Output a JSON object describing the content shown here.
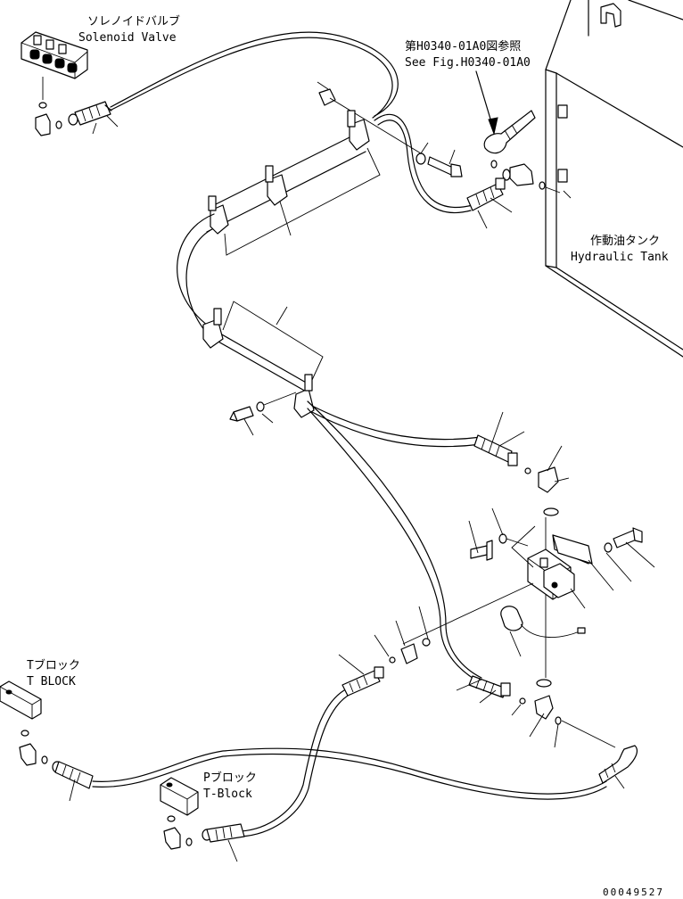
{
  "labels": {
    "solenoid_valve_jp": "ソレノイドバルブ",
    "solenoid_valve_en": "Solenoid Valve",
    "see_fig_jp": "第H0340-01A0図参照",
    "see_fig_en": "See Fig.H0340-01A0",
    "hydraulic_tank_jp": "作動油タンク",
    "hydraulic_tank_en": "Hydraulic Tank",
    "t_block_jp": "Tブロック",
    "t_block_en": "T BLOCK",
    "p_block_jp": "Pブロック",
    "p_block_en": "T-Block"
  },
  "drawing_code": "00049527"
}
